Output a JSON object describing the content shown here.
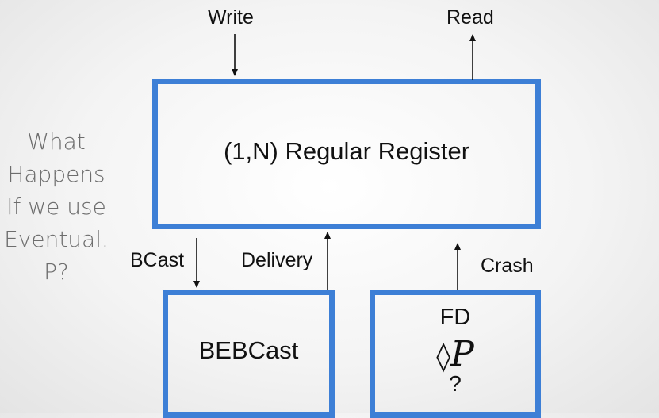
{
  "register": {
    "label": "(1,N) Regular Register"
  },
  "inputs": {
    "write_label": "Write",
    "read_label": "Read"
  },
  "broadcast": {
    "bcast_label": "BCast",
    "delivery_label": "Delivery",
    "module_label": "BEBCast"
  },
  "failure_detector": {
    "crash_label": "Crash",
    "module_label": "FD",
    "symbol_diamond": "◊",
    "symbol_p": "P",
    "question_mark": "?"
  },
  "side_question": {
    "lines": [
      "What",
      "Happens",
      "If we use",
      "Eventual.",
      "P?"
    ]
  },
  "colors": {
    "box_border": "#3d7fd6",
    "text": "#111111",
    "side_text": "#6d6d6d"
  }
}
